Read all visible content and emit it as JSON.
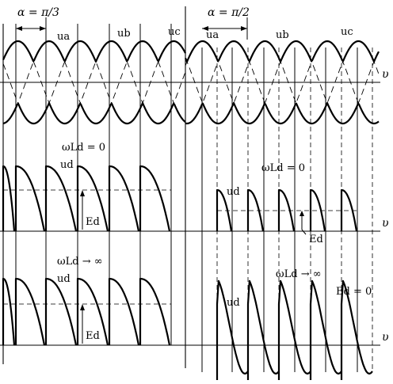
{
  "labels": {
    "alpha_left": "α = π/3",
    "alpha_right": "α = π/2",
    "ua": "ua",
    "ub": "ub",
    "uc": "uc",
    "ud": "ud",
    "Ed": "Ed",
    "omega_t": "υ",
    "wLd_zero": "ωLd = 0",
    "wLd_inf": "ωLd → ∞",
    "Ed_zero": "Ed = 0"
  }
}
